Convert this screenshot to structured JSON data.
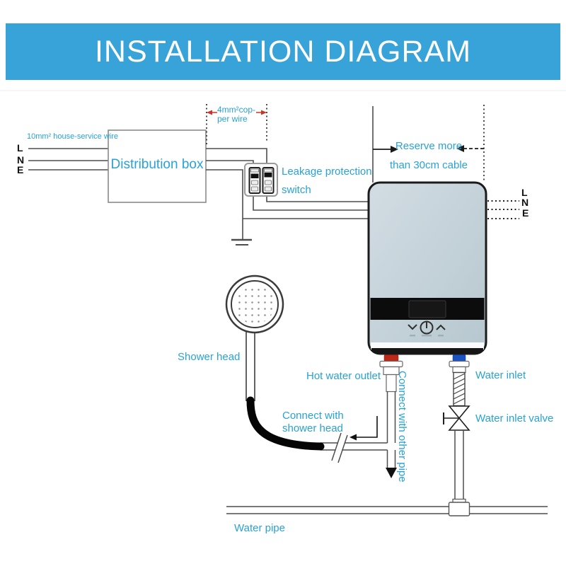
{
  "header": {
    "title": "INSTALLATION DIAGRAM",
    "bg_color": "#38a3d8",
    "text_color": "#ffffff"
  },
  "colors": {
    "label_blue": "#29a2d5",
    "wire_gray": "#4d4d4d",
    "red_arrow": "#cc3526",
    "hot_outlet_red": "#bf2718",
    "cold_inlet_blue": "#1b53c4",
    "heater_body": "#c7d4db",
    "panel_black": "#0c0c0c"
  },
  "terminals_left": [
    "L",
    "N",
    "E"
  ],
  "terminals_right": [
    "L",
    "N",
    "E"
  ],
  "labels": {
    "house_service_wire": "10mm² house-service wire",
    "copper_wire_line1": "4mm²cop-",
    "copper_wire_line2": "per wire",
    "distribution_box": "Distribution box",
    "leakage_switch_line1": "Leakage protection",
    "leakage_switch_line2": "switch",
    "reserve_cable_line1": "Reserve more",
    "reserve_cable_line2": "than 30cm cable",
    "shower_head": "Shower head",
    "hot_water_outlet": "Hot water outlet",
    "connect_with_other_pipe": "Connect with other pipe",
    "connect_with_shower_line1": "Connect with",
    "connect_with_shower_line2": "shower head",
    "water_inlet": "Water inlet",
    "water_inlet_valve": "Water inlet valve",
    "water_pipe": "Water pipe"
  }
}
